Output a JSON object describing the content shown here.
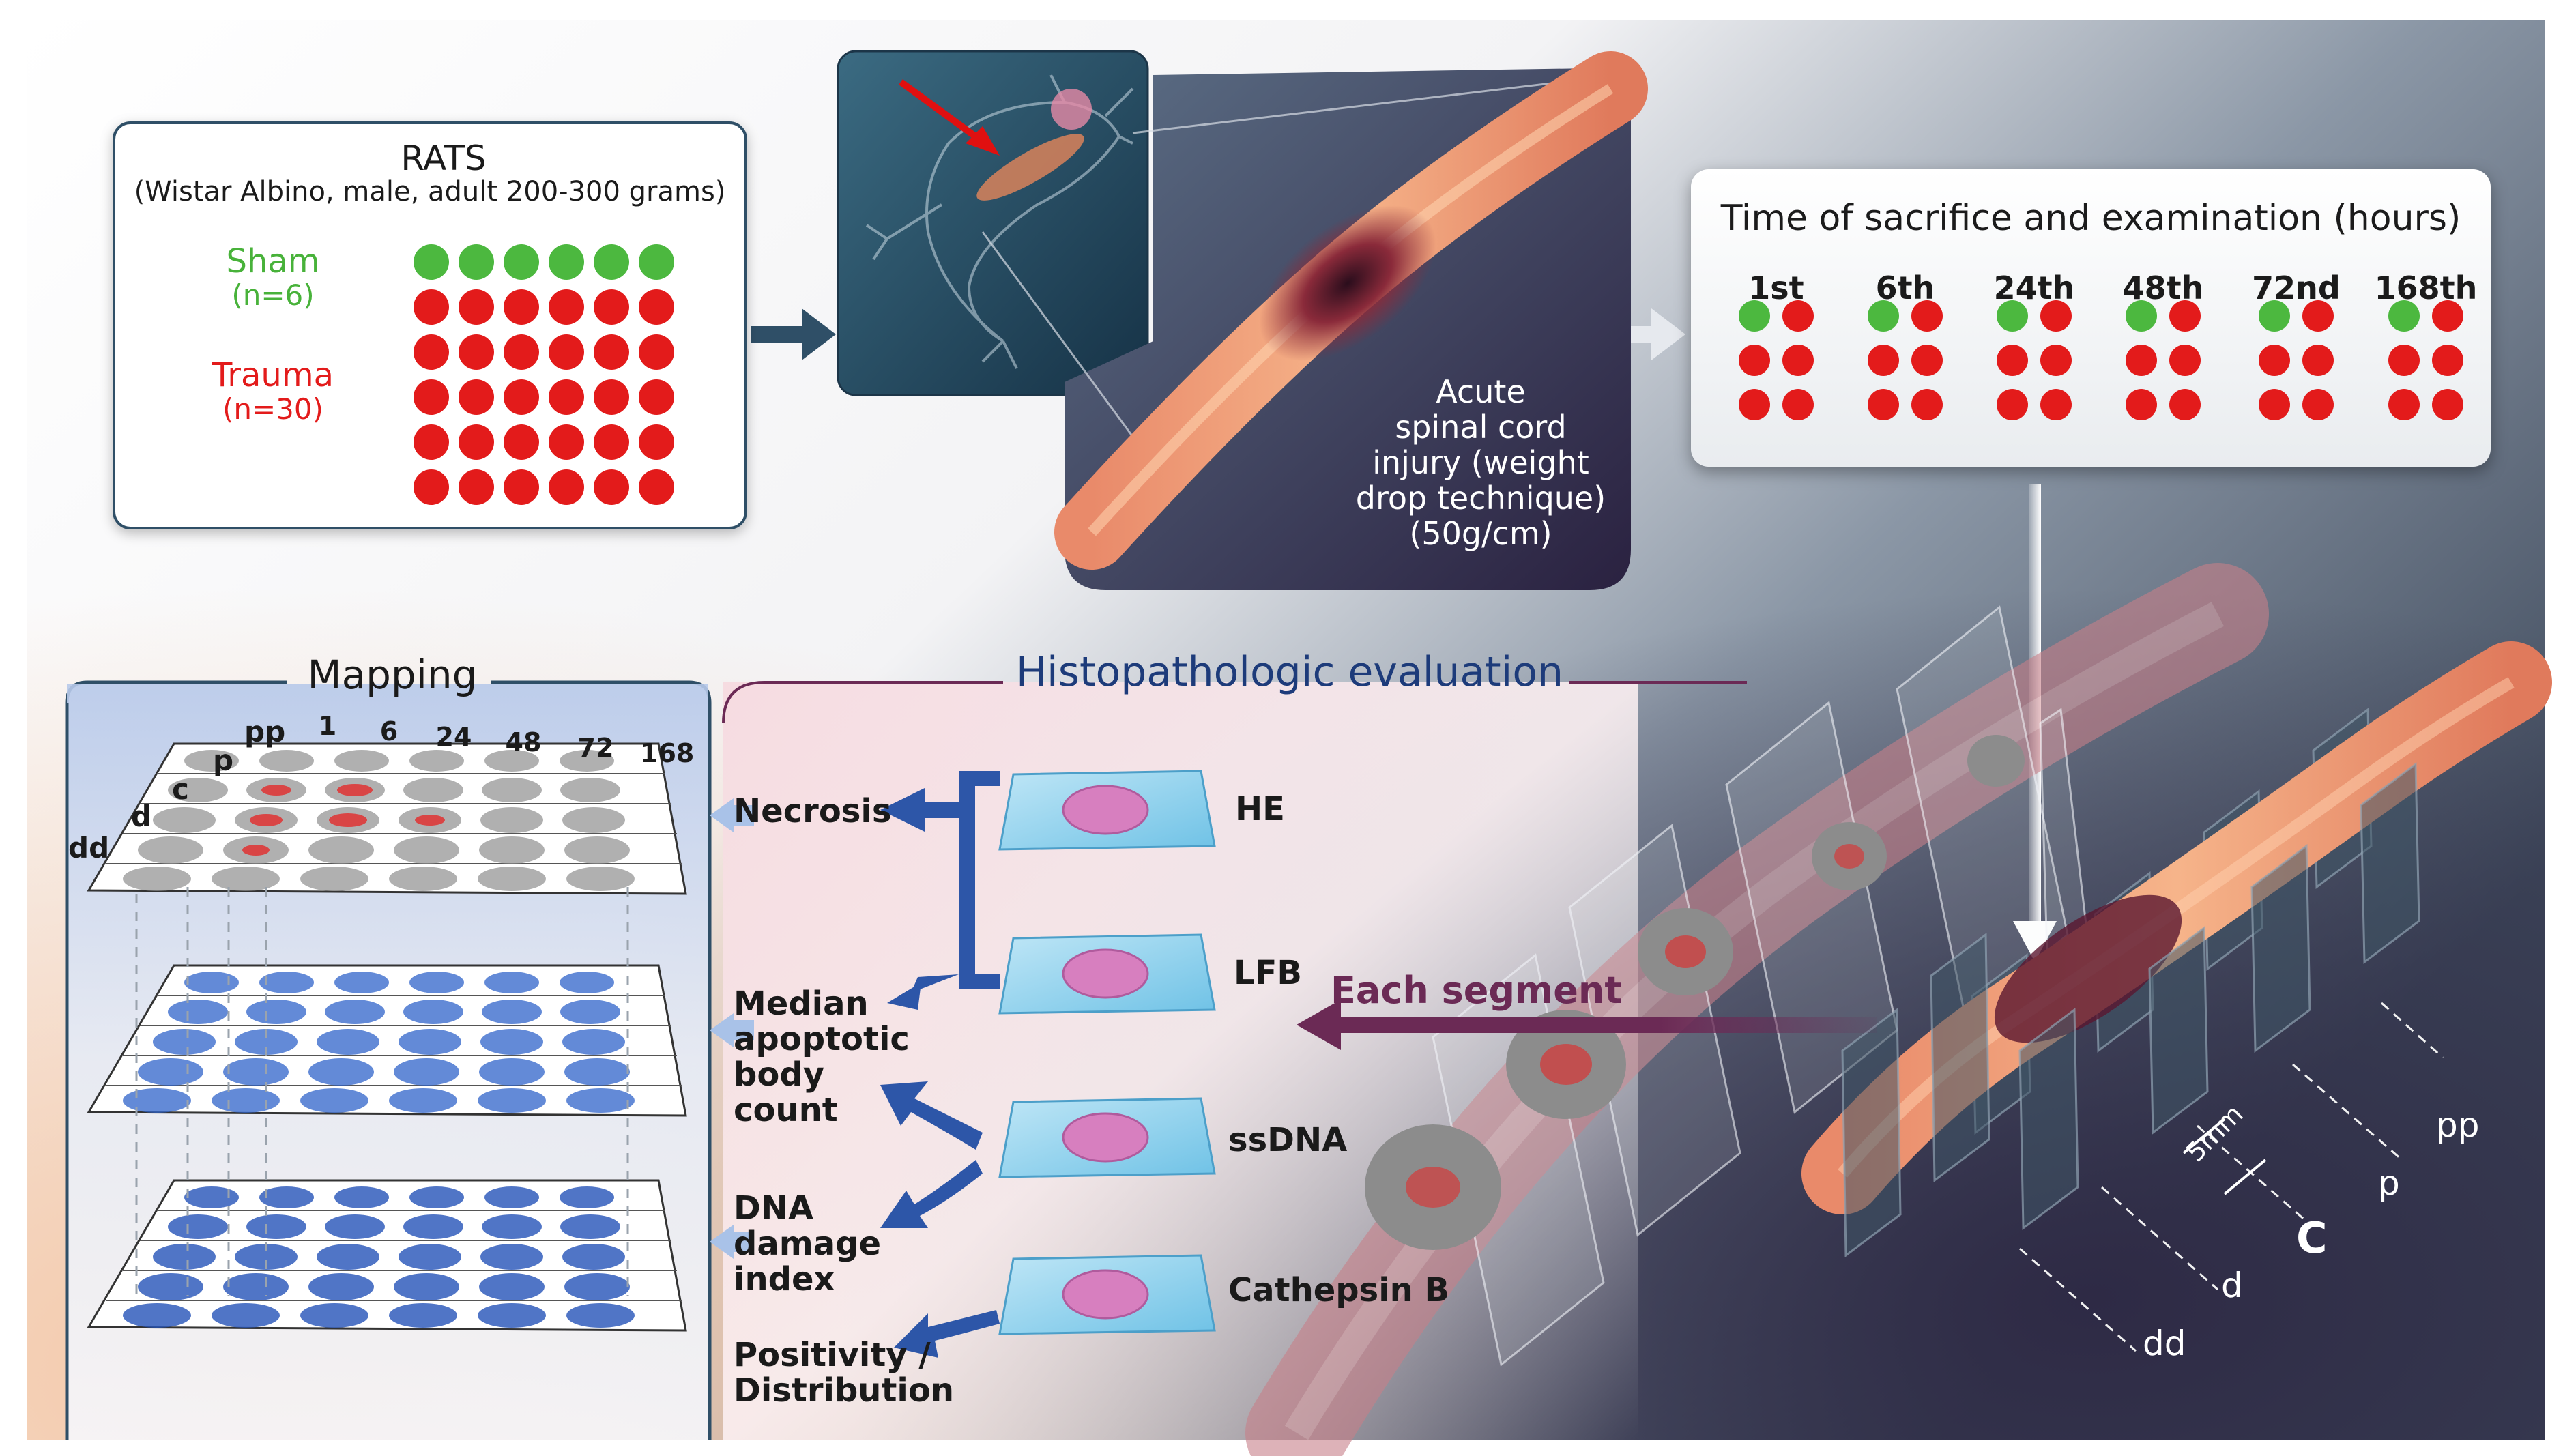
{
  "rats": {
    "title": "RATS",
    "subtitle": "(Wistar Albino, male, adult 200-300 grams)",
    "sham_label": "Sham",
    "sham_n": "(n=6)",
    "trauma_label": "Trauma",
    "trauma_n": "(n=30)",
    "sham_count": 6,
    "trauma_count": 30,
    "sham_color": "#4cb83f",
    "trauma_color": "#e31b1b"
  },
  "injury": {
    "line1": "Acute",
    "line2": "spinal cord",
    "line3": "injury (weight",
    "line4": "drop technique)",
    "line5": "(50g/cm)"
  },
  "timing": {
    "title": "Time of sacrifice and examination (hours)",
    "times": [
      "1st",
      "6th",
      "24th",
      "48th",
      "72nd",
      "168th"
    ],
    "per_group": {
      "sham": 1,
      "trauma": 5
    }
  },
  "mapping": {
    "title": "Mapping",
    "columns": [
      "1",
      "6",
      "24",
      "48",
      "72",
      "168"
    ],
    "rows": [
      "pp",
      "p",
      "c",
      "d",
      "dd"
    ]
  },
  "histo": {
    "title": "Histopathologic evaluation",
    "stains": [
      "HE",
      "LFB",
      "ssDNA",
      "Cathepsin B"
    ],
    "outcomes": {
      "necrosis": "Necrosis",
      "apoptotic": [
        "Median",
        "apoptotic",
        "body",
        "count"
      ],
      "dna": [
        "DNA",
        "damage",
        "index"
      ],
      "positivity": [
        "Positivity /",
        "Distribution"
      ]
    },
    "each_segment": "Each segment"
  },
  "segments": {
    "scale": "5mm",
    "labels": [
      "pp",
      "p",
      "C",
      "d",
      "dd"
    ]
  },
  "colors": {
    "dark_teal": "#2f4f67",
    "navy": "#1d3b7a",
    "maroon": "#6b2a55",
    "arrow_blue": "#2d56a8"
  }
}
